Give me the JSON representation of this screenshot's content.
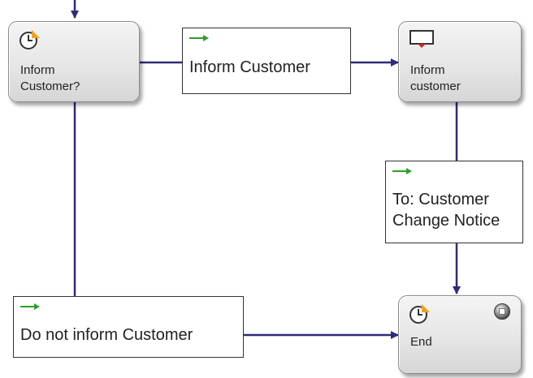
{
  "diagram": {
    "nodes": [
      {
        "id": "inform-customer-decision",
        "label": "Inform\nCustomer?",
        "icon": "clock-icon"
      },
      {
        "id": "inform-customer-activity",
        "label": "Inform\ncustomer",
        "icon": "notification-icon"
      },
      {
        "id": "end",
        "label": "End",
        "icon": "clock-icon",
        "secondary_icon": "stop-icon"
      }
    ],
    "edge_labels": [
      {
        "id": "inform-customer",
        "text": "Inform Customer",
        "icon": "transition-arrow-icon"
      },
      {
        "id": "to-customer-change-notice",
        "text": "To: Customer\nChange Notice",
        "icon": "transition-arrow-icon"
      },
      {
        "id": "do-not-inform",
        "text": "Do not inform Customer",
        "icon": "transition-arrow-icon"
      }
    ],
    "colors": {
      "connector": "#2f2a7a",
      "transition_arrow": "#2aa02a",
      "clock_accent": "#f0a020",
      "notification_accent": "#c8262a"
    }
  }
}
